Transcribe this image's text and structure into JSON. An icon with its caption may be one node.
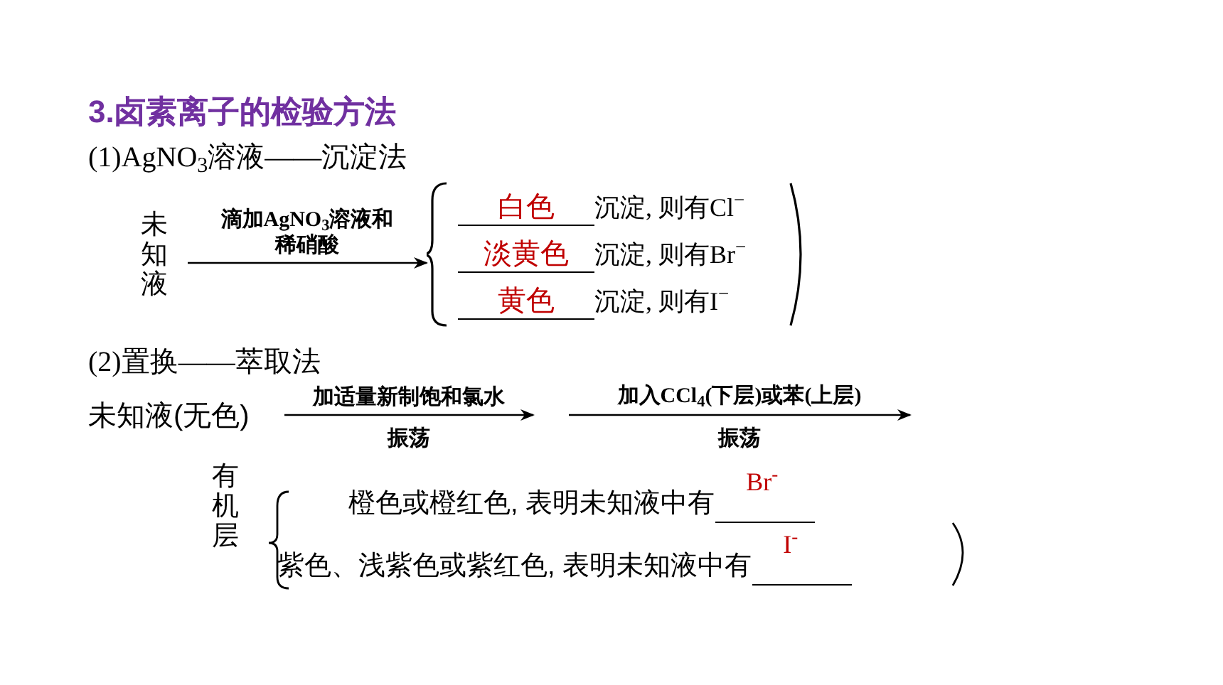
{
  "diagram": {
    "title": "3.卤素离子的检验方法",
    "nodes": [
      {
        "text": [
          "未知液"
        ]
      },
      {
        "text": [],
        "shape": "bracket"
      },
      {
        "text": [
          "白色",
          "沉淀, 则有Cl$^{−}$"
        ],
        "in": 1
      },
      {
        "text": [
          "淡黄色",
          "沉淀, 则有Br$^{−}$"
        ],
        "in": 1
      },
      {
        "text": [
          "黄色",
          "沉淀, 则有I$^{−}$"
        ],
        "in": 1
      },
      {
        "text": [
          "未知液(无色)"
        ]
      },
      {
        "text": [
          "有机层"
        ]
      },
      {
        "text": [
          "橙色或橙红色, 表明未知液中有",
          "Br$^{-}$"
        ],
        "in": 6
      },
      {
        "text": [
          "紫色、浅紫色或紫红色, 表明未知液中有",
          "I$^{-}$"
        ],
        "in": 6
      }
    ],
    "edges": [
      {
        "from": 0,
        "to": 1,
        "arrow": "to",
        "label": "滴加AgNO$_{3}$溶液和稀硝酸"
      },
      {
        "from": 5,
        "to": null,
        "arrow": "to",
        "label": "加适量新制饱和氯水"
      }
    ],
    "labels": [
      "(1)AgNO$_{3}$溶液——沉淀法",
      "(2)置换——萃取法",
      "振荡",
      "加入CCl$_{4}$(下层)或苯(上层)",
      "振荡"
    ]
  }
}
